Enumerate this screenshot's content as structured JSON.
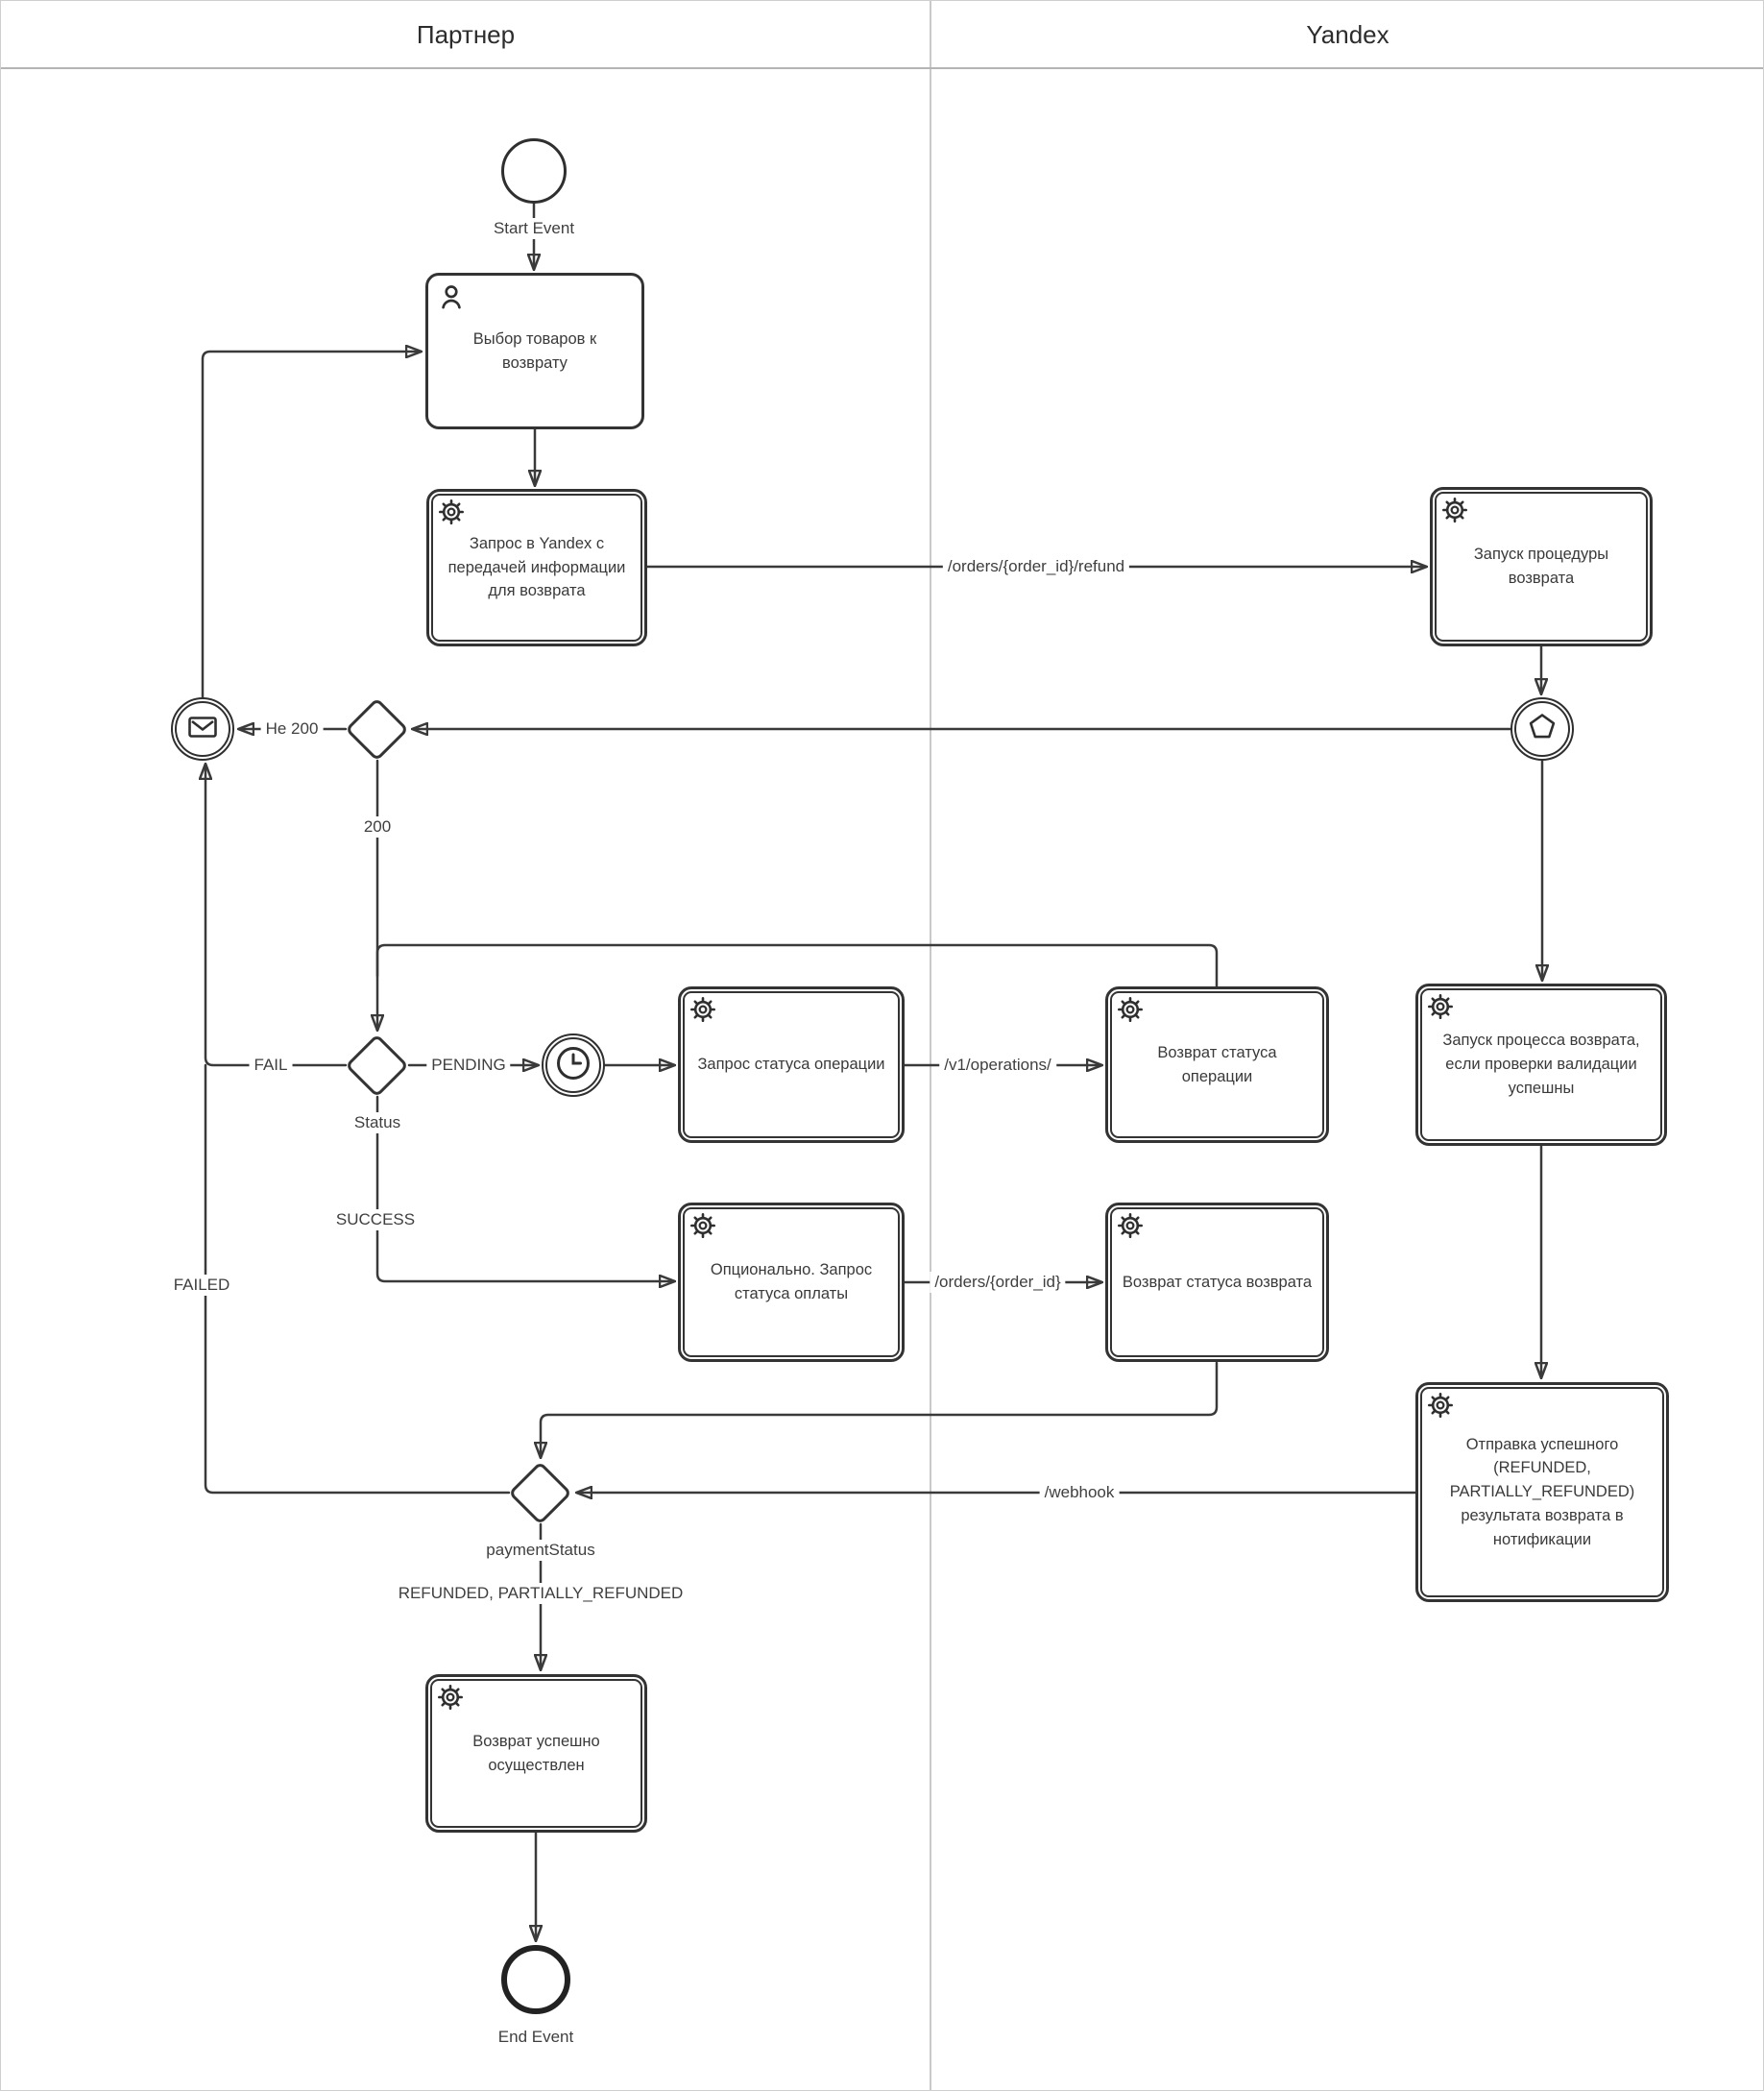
{
  "lanes": {
    "partner": {
      "title": "Партнер"
    },
    "yandex": {
      "title": "Yandex"
    }
  },
  "events": {
    "start": {
      "label": "Start Event"
    },
    "end": {
      "label": "End Event"
    }
  },
  "tasks": {
    "select_items": {
      "label": "Выбор товаров к возврату",
      "type": "user"
    },
    "request_yandex": {
      "label": "Запрос в Yandex с передачей информации для возврата",
      "type": "service"
    },
    "start_refund_procedure": {
      "label": "Запуск процедуры возврата",
      "type": "service"
    },
    "request_operation_status": {
      "label": "Запрос статуса операции",
      "type": "service"
    },
    "return_operation_status": {
      "label": "Возврат статуса операции",
      "type": "service"
    },
    "optional_payment_status": {
      "label": "Опционально. Запрос статуса оплаты",
      "type": "service"
    },
    "return_refund_status": {
      "label": "Возврат статуса возврата",
      "type": "service"
    },
    "start_refund_process": {
      "label": "Запуск процесса возврата, если проверки валидации успешны",
      "type": "service"
    },
    "send_success_result": {
      "label": "Отправка успешного (REFUNDED, PARTIALLY_REFUNDED) результата возврата в нотификации",
      "type": "service"
    },
    "refund_success": {
      "label": "Возврат успешно осуществлен",
      "type": "service"
    }
  },
  "gateways": {
    "status": {
      "label": "Status"
    },
    "payment": {
      "label": "paymentStatus"
    }
  },
  "edges": {
    "orders_refund": "/orders/{order_id}/refund",
    "not200": "Не 200",
    "code200": "200",
    "fail": "FAIL",
    "pending": "PENDING",
    "success": "SUCCESS",
    "failed": "FAILED",
    "v1_operations": "/v1/operations/",
    "orders_id": "/orders/{order_id}",
    "webhook": "/webhook",
    "refunded": "REFUNDED, PARTIALLY_REFUNDED"
  },
  "icons": {
    "gear": "gear-icon",
    "user": "user-icon",
    "envelope": "envelope-icon",
    "clock": "clock-icon",
    "pentagon": "pentagon-icon"
  },
  "colors": {
    "stroke": "#3a3a3a",
    "lane_border": "#c9c9c9",
    "text": "#3a3a3a"
  }
}
